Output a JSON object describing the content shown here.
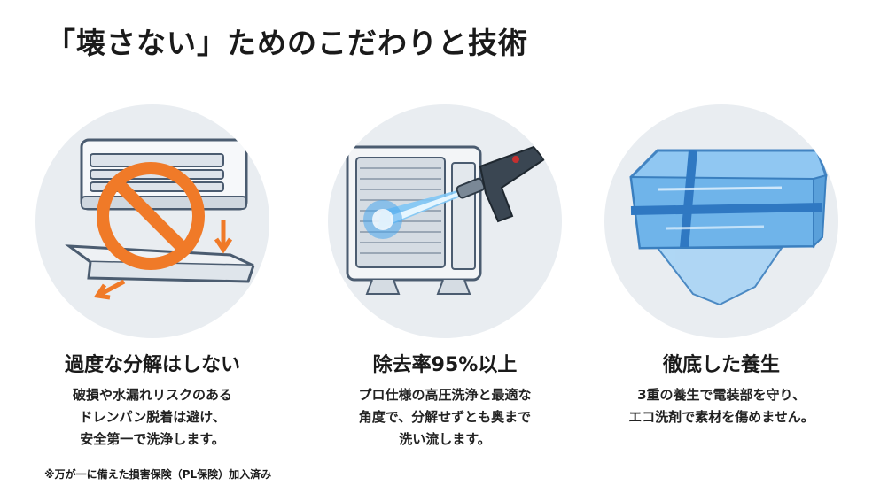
{
  "title": "「壊さない」ためのこだわりと技術",
  "cards": [
    {
      "heading": "過度な分解はしない",
      "desc": [
        "破損や水漏れリスクのある",
        "ドレンパン脱着は避け、",
        "安全第一で洗浄します。"
      ],
      "icon": "no-disassembly-illustration"
    },
    {
      "heading": "除去率95%以上",
      "desc": [
        "プロ仕様の高圧洗浄と最適な",
        "角度で、分解せずとも奥まで",
        "洗い流します。"
      ],
      "icon": "pressure-washer-illustration"
    },
    {
      "heading": "徹底した養生",
      "desc": [
        "3重の養生で電装部を守り、",
        "エコ洗剤で素材を傷めません。"
      ],
      "icon": "protective-cover-illustration"
    }
  ],
  "footnote": "※万が一に備えた損害保険（PL保険）加入済み",
  "colors": {
    "circle_bg": "#e9edf1",
    "prohibition": "#f07a28",
    "water": "#4aa8ee",
    "cover": "#6fb4ea"
  }
}
